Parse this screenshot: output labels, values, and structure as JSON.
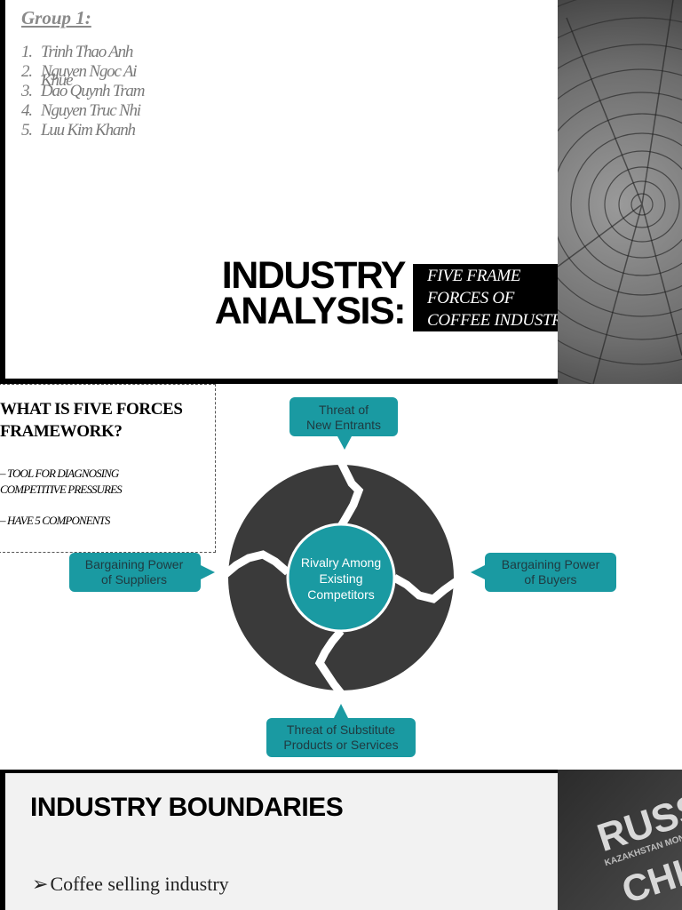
{
  "slide1": {
    "group_title": "Group 1:",
    "members": [
      {
        "num": "1.",
        "name": "Trinh Thao Anh"
      },
      {
        "num": "2.",
        "name": "Nguyen Ngoc Ai",
        "name_line2": "Khue"
      },
      {
        "num": "3.",
        "name": "Dao Quynh Tram"
      },
      {
        "num": "4.",
        "name": "Nguyen Truc Nhi"
      },
      {
        "num": "5.",
        "name": "Luu Kim Khanh"
      }
    ],
    "title_line1": "INDUSTRY",
    "title_line2": "ANALYSIS:",
    "subtitle_lines": [
      "FIVE FRAME",
      "FORCES OF",
      "COFFEE INDUSTRY"
    ]
  },
  "slide2": {
    "question_line1": "WHAT IS FIVE FORCES",
    "question_line2": "FRAMEWORK?",
    "bullet1_line1": "– TOOL FOR DIAGNOSING",
    "bullet1_line2": "COMPETITIVE PRESSURES",
    "bullet2": "– HAVE 5 COMPONENTS",
    "diagram": {
      "center_lines": [
        "Rivalry Among",
        "Existing",
        "Competitors"
      ],
      "top_lines": [
        "Threat of",
        "New Entrants"
      ],
      "left_lines": [
        "Bargaining Power",
        "of Suppliers"
      ],
      "right_lines": [
        "Bargaining Power",
        "of Buyers"
      ],
      "bottom_lines": [
        "Threat of Substitute",
        "Products or Services"
      ],
      "colors": {
        "teal": "#1a9aa2",
        "ring": "#3a3a3a",
        "text": "#1f3a40"
      }
    }
  },
  "slide3": {
    "title": "INDUSTRY BOUNDARIES",
    "bullet_arrow": "➢",
    "bullet": "Coffee selling industry",
    "photo_words": [
      "RUSSIA",
      "KAZAKHSTAN MONGOLIA",
      "CHINA"
    ]
  }
}
